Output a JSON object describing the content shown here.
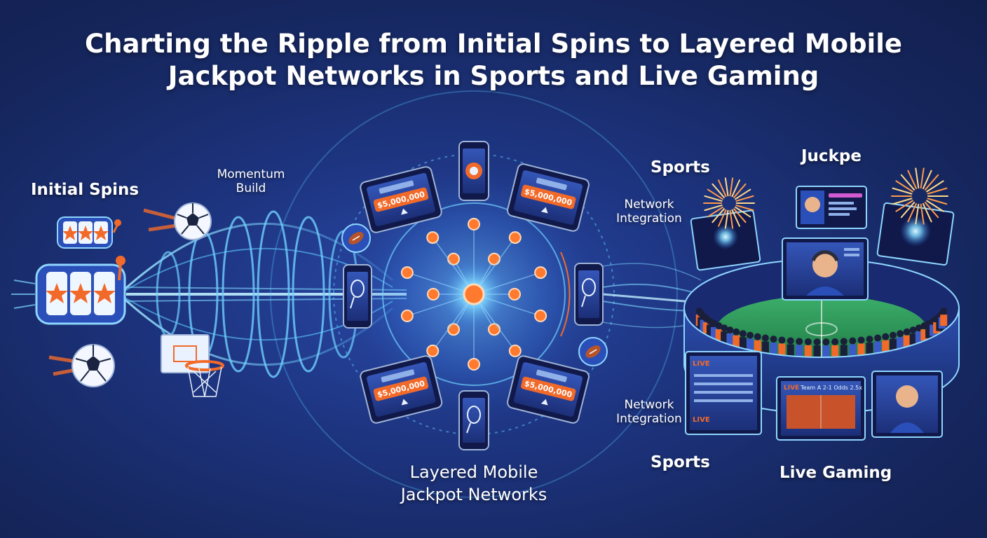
{
  "title": {
    "line1": "Charting the Ripple from Initial Spins to Layered Mobile",
    "line2": "Jackpot Networks in Sports and Live Gaming"
  },
  "labels": {
    "initial_spins": "Initial Spins",
    "momentum_line1": "Momentum",
    "momentum_line2": "Build",
    "layered_line1": "Layered Mobile",
    "layered_line2": "Jackpot Networks",
    "sports_top": "Sports",
    "sports_bottom": "Sports",
    "network_top_line1": "Network",
    "network_top_line2": "Integration",
    "network_bottom_line1": "Network",
    "network_bottom_line2": "Integration",
    "jackpot_garbled": "Juckpe",
    "live_gaming": "Live Gaming"
  },
  "jackpot_cards": {
    "top_left": "$5,000,000",
    "top_right": "$5,000,000",
    "bottom_left": "$5,000,000",
    "bottom_right": "$5,000,000"
  },
  "screens": {
    "live_tag": "LIVE",
    "score_line": "Team A 2-1 Odds 2.5x"
  },
  "colors": {
    "background": "#1b2c6e",
    "accent_orange": "#f26a2a",
    "wave_cyan": "#5ec8ff",
    "node_orange": "#ff7a2e",
    "panel_blue": "#2a4aa8"
  }
}
